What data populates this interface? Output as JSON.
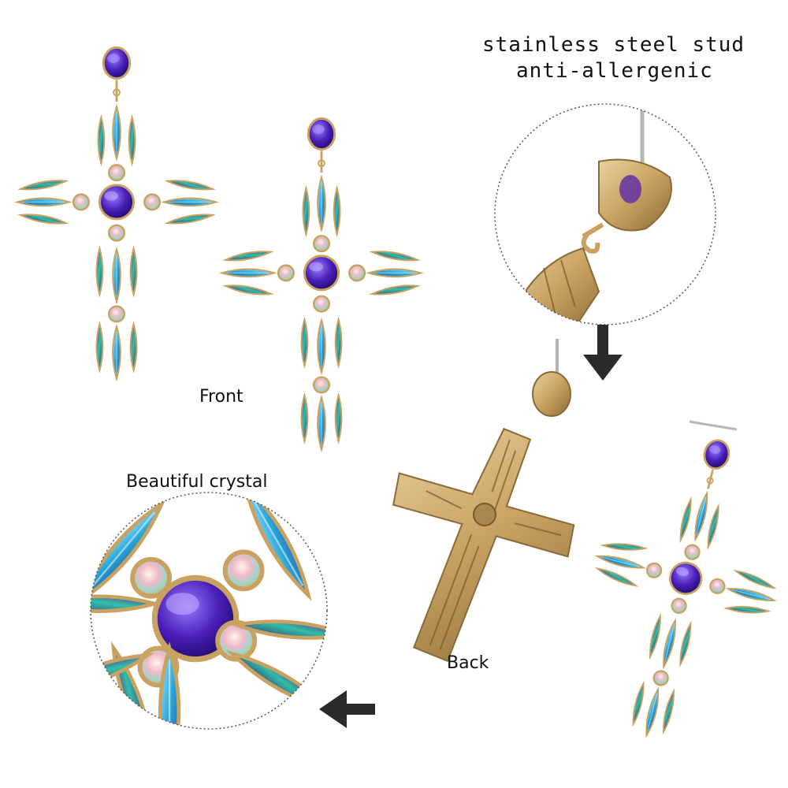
{
  "labels": {
    "stud_line1": "stainless steel stud",
    "stud_line2": "anti-allergenic",
    "front": "Front",
    "crystal": "Beautiful crystal",
    "back": "Back"
  },
  "colors": {
    "gold": "#c9a262",
    "gold_dark": "#8a6a38",
    "purple": "#4a1fb8",
    "blue": "#2aa6d9",
    "teal": "#2fbfa8",
    "violet": "#6a2a8a",
    "ab": "#e9d6c0",
    "arrow": "#2b2b2b"
  },
  "icons": {
    "arrow_down": "arrow-down-icon",
    "arrow_left": "arrow-left-icon"
  }
}
